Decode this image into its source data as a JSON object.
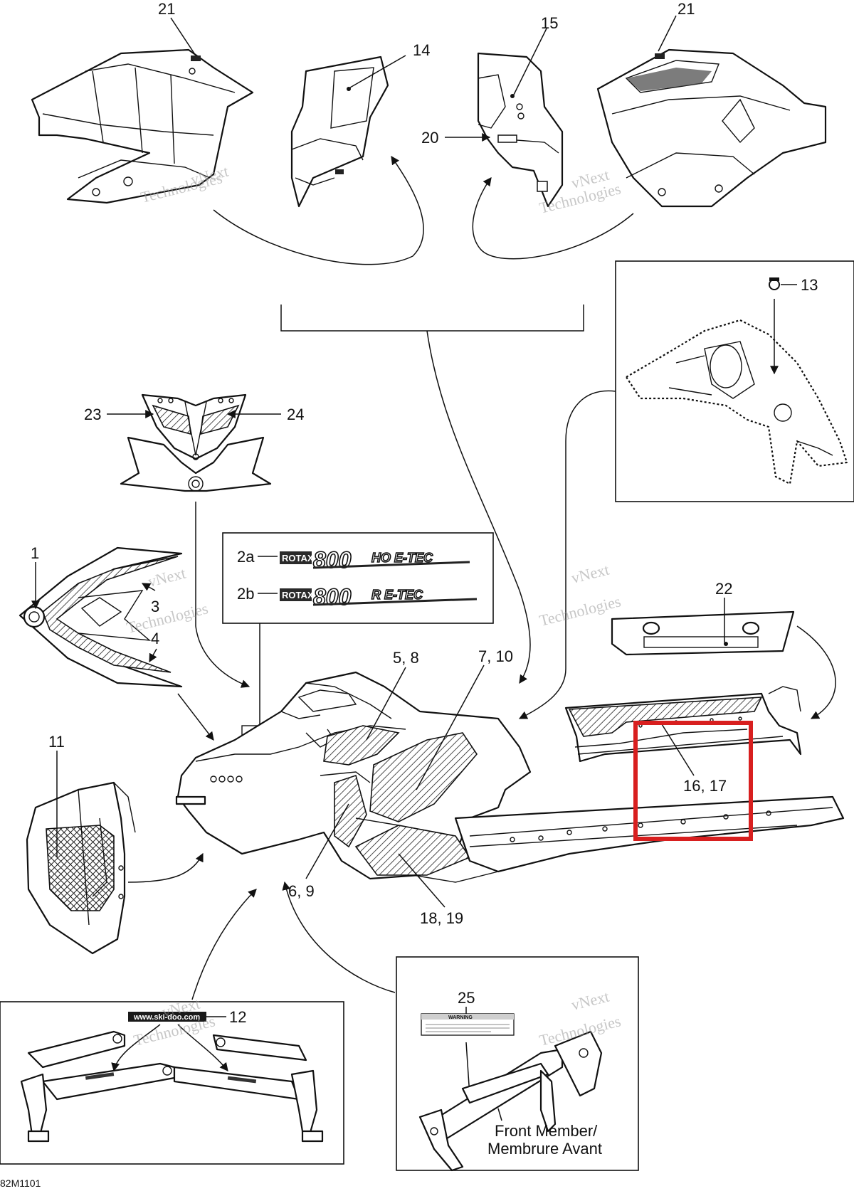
{
  "labels": {
    "l21a": "21",
    "l14": "14",
    "l15": "15",
    "l21b": "21",
    "l20": "20",
    "l13": "13",
    "l23": "23",
    "l24": "24",
    "l1": "1",
    "l2a": "2a",
    "l2b": "2b",
    "l3": "3",
    "l4": "4",
    "l22": "22",
    "l5_8": "5, 8",
    "l7_10": "7, 10",
    "l11": "11",
    "l16_17": "16, 17",
    "l6_9": "6, 9",
    "l18_19": "18, 19",
    "l12": "12",
    "l25": "25"
  },
  "decals": {
    "rotax": "ROTAX",
    "d2a_num": "800",
    "d2a_suffix": "HO E-TEC",
    "d2b_num": "800",
    "d2b_suffix": "R E-TEC",
    "ski_doo_url": "www.ski-doo.com",
    "warning": "WARNING"
  },
  "callout": {
    "line1": "Front Member/",
    "line2": "Membrure Avant"
  },
  "reference_code": "82M1101",
  "watermark": {
    "line1": "vNext",
    "line2": "Technologies"
  },
  "colors": {
    "highlight": "#d81f1f",
    "ink": "#111111"
  }
}
